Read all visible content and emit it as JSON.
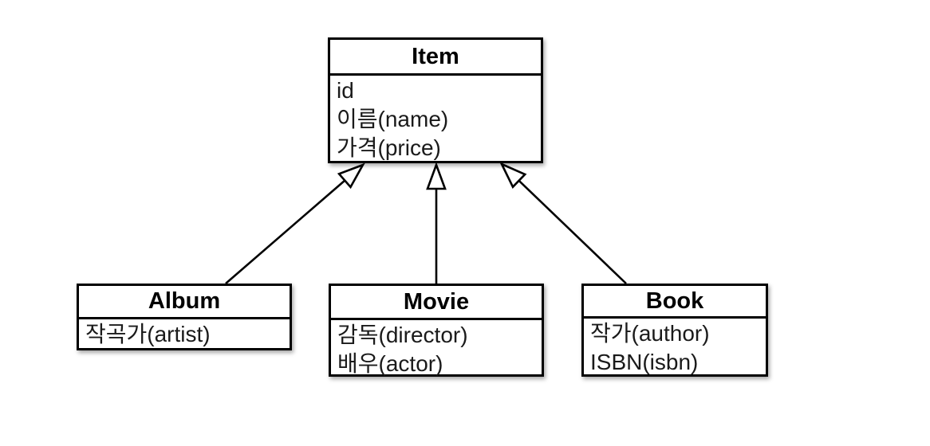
{
  "diagram": {
    "type": "uml-class-diagram",
    "background": "#ffffff",
    "stroke_color": "#000000",
    "box_fill": "#ffffff",
    "classes": [
      {
        "name": "Item",
        "attributes": [
          "id",
          "이름(name)",
          "가격(price)"
        ]
      },
      {
        "name": "Album",
        "attributes": [
          "작곡가(artist)"
        ]
      },
      {
        "name": "Movie",
        "attributes": [
          "감독(director)",
          "배우(actor)"
        ]
      },
      {
        "name": "Book",
        "attributes": [
          "작가(author)",
          "ISBN(isbn)"
        ]
      }
    ],
    "relations": [
      {
        "from": "Album",
        "to": "Item",
        "type": "generalization"
      },
      {
        "from": "Movie",
        "to": "Item",
        "type": "generalization"
      },
      {
        "from": "Book",
        "to": "Item",
        "type": "generalization"
      }
    ]
  }
}
